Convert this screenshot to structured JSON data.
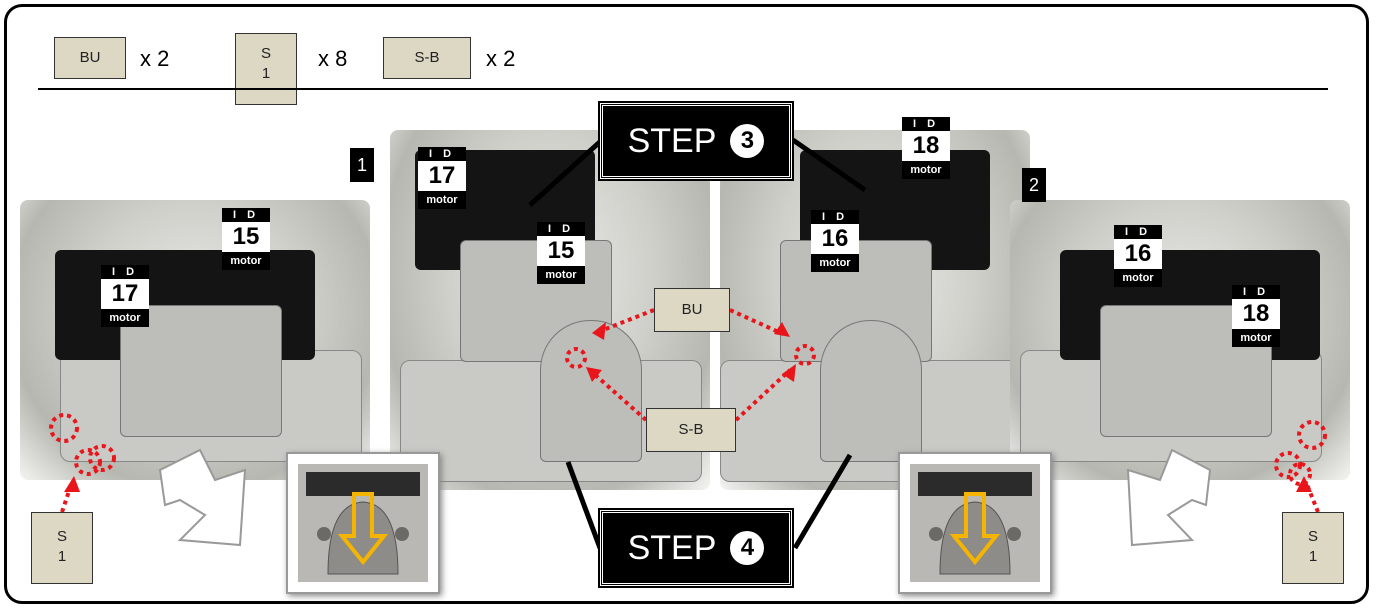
{
  "parts": [
    {
      "code": "BU",
      "qty": "x 2"
    },
    {
      "code": "S\n1",
      "qty": "x 8"
    },
    {
      "code": "S-B",
      "qty": "x 2"
    }
  ],
  "steps": [
    {
      "label": "STEP",
      "number": "3"
    },
    {
      "label": "STEP",
      "number": "4"
    }
  ],
  "tags": [
    "1",
    "2"
  ],
  "id_labels": [
    {
      "top": "I D",
      "number": "15",
      "bottom": "motor"
    },
    {
      "top": "I D",
      "number": "17",
      "bottom": "motor"
    },
    {
      "top": "I D",
      "number": "17",
      "bottom": "motor"
    },
    {
      "top": "I D",
      "number": "15",
      "bottom": "motor"
    },
    {
      "top": "I D",
      "number": "18",
      "bottom": "motor"
    },
    {
      "top": "I D",
      "number": "16",
      "bottom": "motor"
    },
    {
      "top": "I D",
      "number": "16",
      "bottom": "motor"
    },
    {
      "top": "I D",
      "number": "18",
      "bottom": "motor"
    }
  ],
  "callouts": {
    "bu": "BU",
    "sb": "S-B",
    "s1_left": "S\n1",
    "s1_right": "S\n1"
  },
  "colors": {
    "part_fill": "#ddd8c4",
    "arrow_red": "#e8151b",
    "highlight_orange": "#f5b400"
  }
}
